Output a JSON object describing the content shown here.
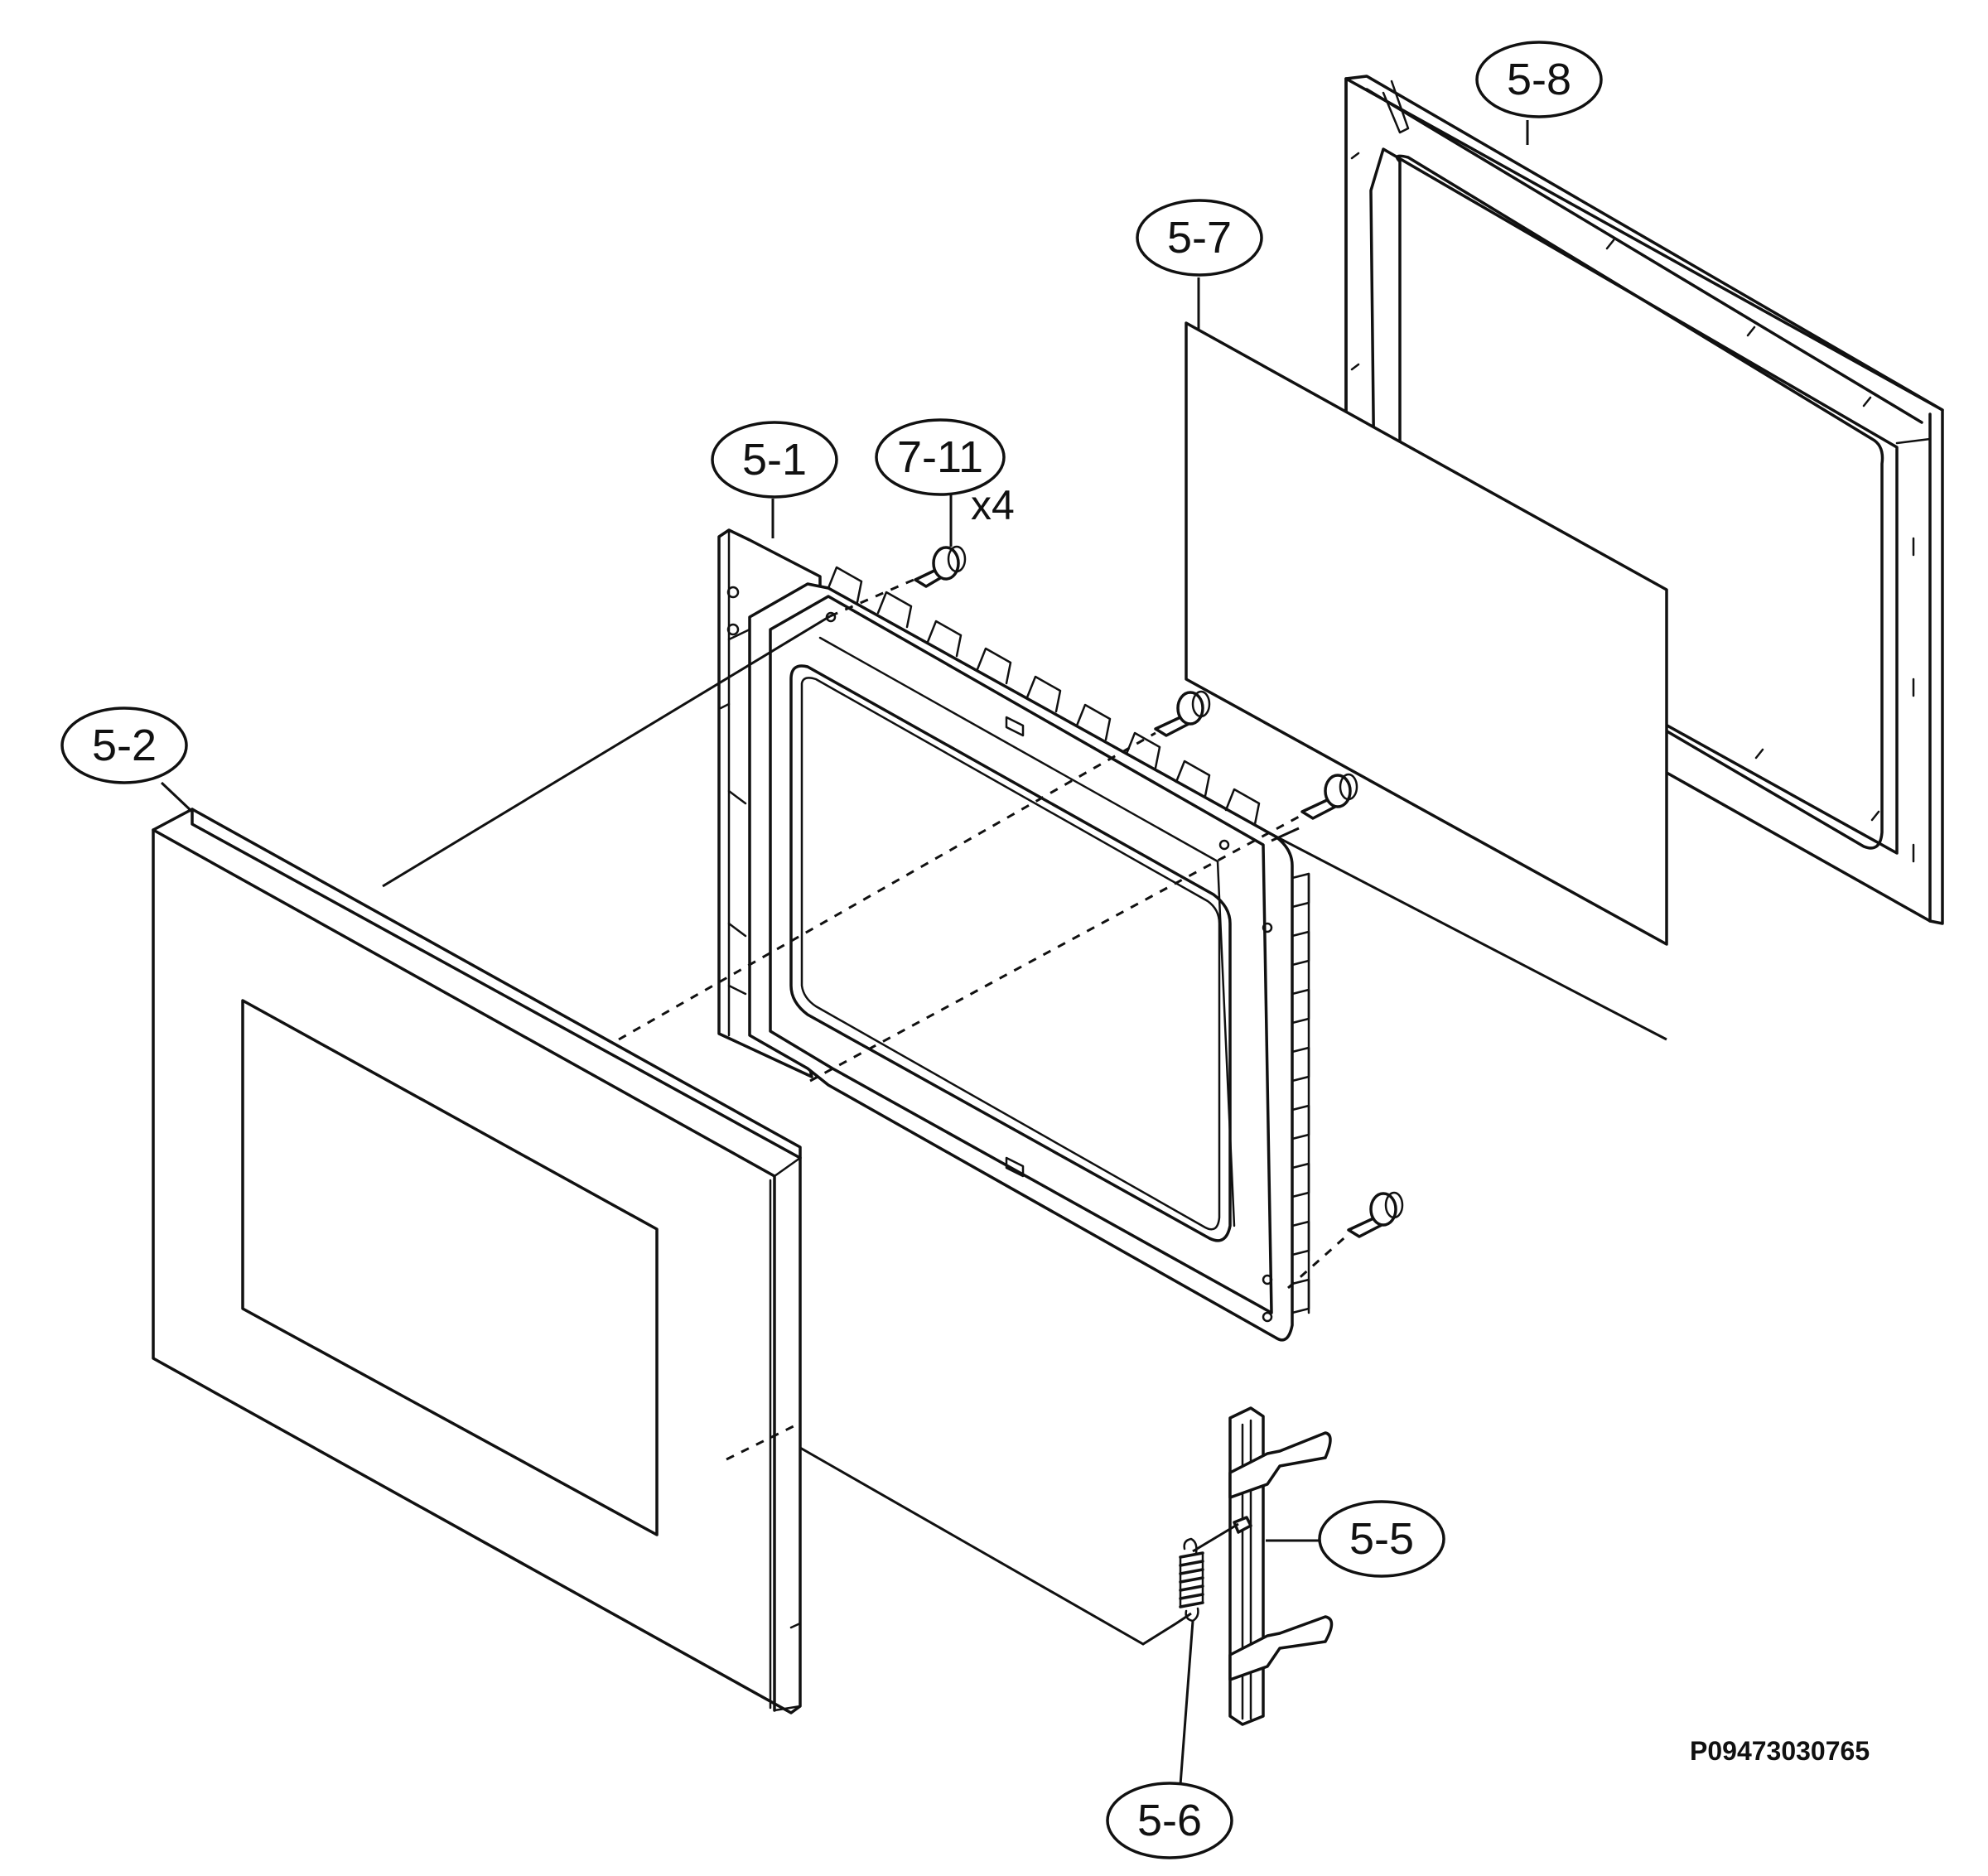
{
  "callouts": {
    "c_5_8": "5-8",
    "c_5_7": "5-7",
    "c_5_1": "5-1",
    "c_7_11": "7-11",
    "c_5_2": "5-2",
    "c_5_5": "5-5",
    "c_5_6": "5-6"
  },
  "quantity_note": "x4",
  "drawing_code": "P09473030765"
}
